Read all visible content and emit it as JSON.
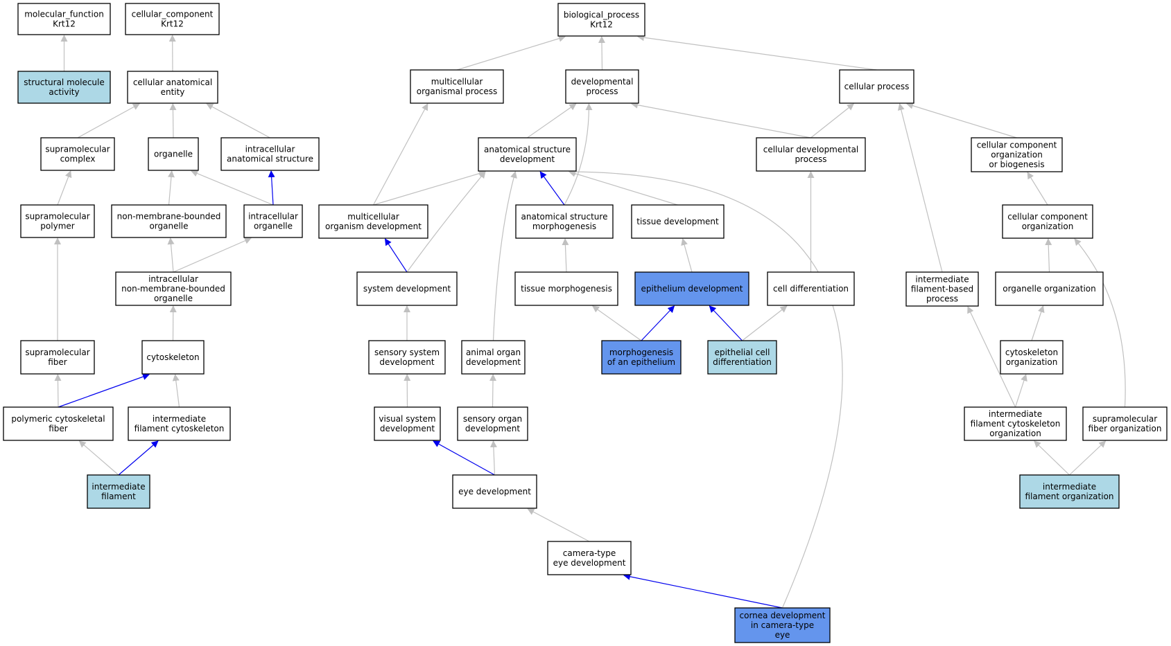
{
  "colors": {
    "node_default": "#ffffff",
    "node_light": "#add8e6",
    "node_highlight": "#6495ed",
    "edge_is_a": "#c0c0c0",
    "edge_part_of": "#0000ee"
  },
  "nodes": {
    "mf_root": [
      "molecular_function",
      "Krt12"
    ],
    "cc_root": [
      "cellular_component",
      "Krt12"
    ],
    "bp_root": [
      "biological_process",
      "Krt12"
    ],
    "struct_mol": [
      "structural molecule",
      "activity"
    ],
    "cell_anat": [
      "cellular anatomical",
      "entity"
    ],
    "supra_complex": [
      "supramolecular",
      "complex"
    ],
    "organelle": [
      "organelle"
    ],
    "ic_anat": [
      "intracellular",
      "anatomical structure"
    ],
    "supra_polymer": [
      "supramolecular",
      "polymer"
    ],
    "nm_organelle": [
      "non-membrane-bounded",
      "organelle"
    ],
    "ic_organelle": [
      "intracellular",
      "organelle"
    ],
    "ic_nm_organelle": [
      "intracellular",
      "non-membrane-bounded",
      "organelle"
    ],
    "supra_fiber": [
      "supramolecular",
      "fiber"
    ],
    "cytoskeleton": [
      "cytoskeleton"
    ],
    "poly_cyto_fiber": [
      "polymeric cytoskeletal",
      "fiber"
    ],
    "if_cytoskeleton": [
      "intermediate",
      "filament cytoskeleton"
    ],
    "int_filament": [
      "intermediate",
      "filament"
    ],
    "mc_org_process": [
      "multicellular",
      "organismal process"
    ],
    "dev_process": [
      "developmental",
      "process"
    ],
    "cell_process": [
      "cellular process"
    ],
    "anat_dev": [
      "anatomical structure",
      "development"
    ],
    "cell_dev_process": [
      "cellular developmental",
      "process"
    ],
    "cc_org_biogen": [
      "cellular component",
      "organization",
      "or biogenesis"
    ],
    "mc_org_dev": [
      "multicellular",
      "organism development"
    ],
    "anat_morph": [
      "anatomical structure",
      "morphogenesis"
    ],
    "tissue_dev": [
      "tissue development"
    ],
    "cc_org": [
      "cellular component",
      "organization"
    ],
    "system_dev": [
      "system development"
    ],
    "tissue_morph": [
      "tissue morphogenesis"
    ],
    "epith_dev": [
      "epithelium development"
    ],
    "cell_diff": [
      "cell differentiation"
    ],
    "if_based_process": [
      "intermediate",
      "filament-based",
      "process"
    ],
    "organelle_org": [
      "organelle organization"
    ],
    "sensory_sys_dev": [
      "sensory system",
      "development"
    ],
    "animal_organ_dev": [
      "animal organ",
      "development"
    ],
    "morph_epith": [
      "morphogenesis",
      "of an epithelium"
    ],
    "epith_cell_diff": [
      "epithelial cell",
      "differentiation"
    ],
    "cyto_org": [
      "cytoskeleton",
      "organization"
    ],
    "visual_sys_dev": [
      "visual system",
      "development"
    ],
    "sensory_organ_dev": [
      "sensory organ",
      "development"
    ],
    "if_cyto_org": [
      "intermediate",
      "filament cytoskeleton",
      "organization"
    ],
    "supra_fiber_org": [
      "supramolecular",
      "fiber organization"
    ],
    "eye_dev": [
      "eye development"
    ],
    "if_org": [
      "intermediate",
      "filament organization"
    ],
    "camera_eye_dev": [
      "camera-type",
      "eye development"
    ],
    "cornea_dev": [
      "cornea development",
      "in camera-type",
      "eye"
    ]
  }
}
